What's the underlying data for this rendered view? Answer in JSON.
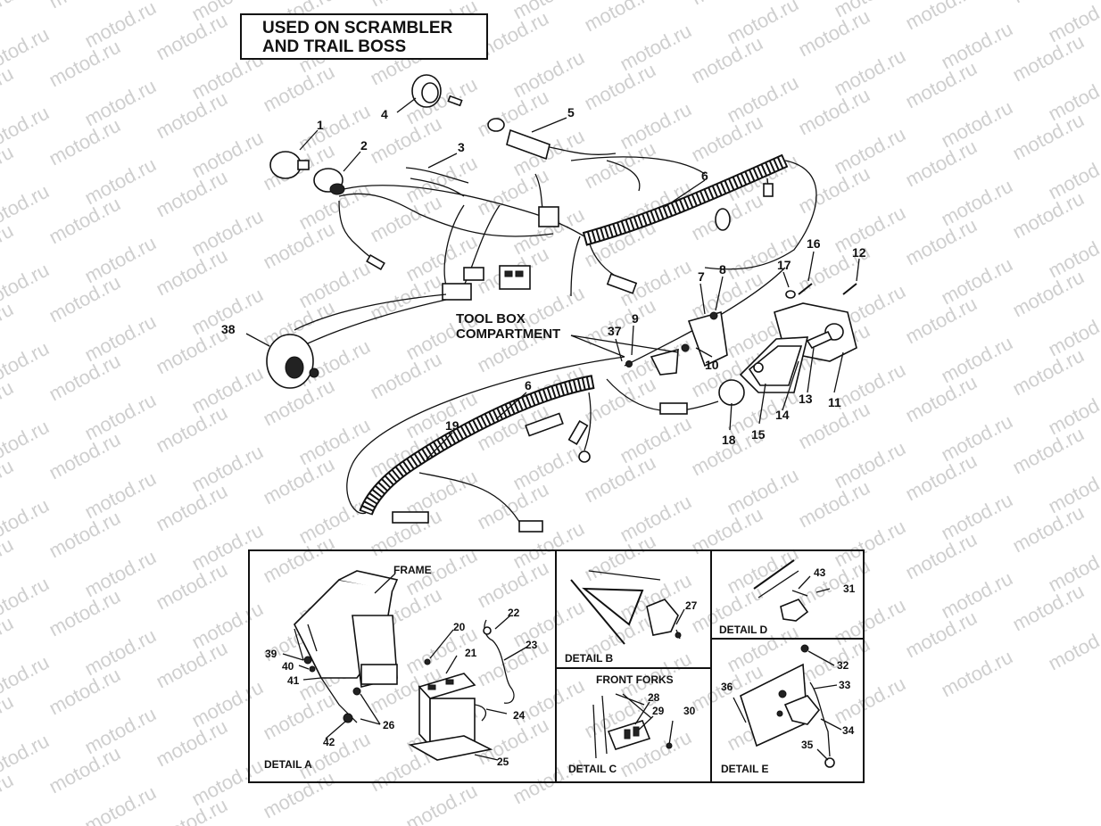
{
  "watermark": "motod.ru",
  "header": {
    "line1": "USED ON SCRAMBLER",
    "line2": "AND TRAIL BOSS"
  },
  "callouts": {
    "toolbox_line1": "TOOL BOX",
    "toolbox_line2": "COMPARTMENT",
    "frame": "FRAME",
    "front_forks": "FRONT FORKS"
  },
  "details": {
    "a": "DETAIL  A",
    "b": "DETAIL  B",
    "c": "DETAIL  C",
    "d": "DETAIL  D",
    "e": "DETAIL  E"
  },
  "part_numbers": {
    "p1": "1",
    "p2": "2",
    "p3": "3",
    "p4": "4",
    "p5": "5",
    "p6a": "6",
    "p6b": "6",
    "p7": "7",
    "p8": "8",
    "p9": "9",
    "p10": "10",
    "p11": "11",
    "p12": "12",
    "p13": "13",
    "p14": "14",
    "p15": "15",
    "p16": "16",
    "p17": "17",
    "p18": "18",
    "p19": "19",
    "p20": "20",
    "p21": "21",
    "p22": "22",
    "p23": "23",
    "p24": "24",
    "p25": "25",
    "p26": "26",
    "p27": "27",
    "p28": "28",
    "p29": "29",
    "p30": "30",
    "p31": "31",
    "p32": "32",
    "p33": "33",
    "p34": "34",
    "p35": "35",
    "p36": "36",
    "p37": "37",
    "p38": "38",
    "p39": "39",
    "p40": "40",
    "p41": "41",
    "p42": "42",
    "p43": "43"
  }
}
